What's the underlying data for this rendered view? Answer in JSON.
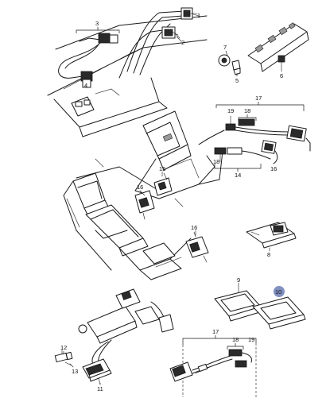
{
  "callouts": {
    "c1": "1",
    "c2": "2",
    "c3": "3",
    "c4": "4",
    "c5": "5",
    "c6": "6",
    "c7": "7",
    "c8": "8",
    "c9": "9",
    "c10": "10",
    "c11": "11",
    "c12": "12",
    "c13": "13",
    "c14": "14",
    "c15": "15",
    "c16": "16",
    "c17a": "17",
    "c17b": "17",
    "c18a": "18",
    "c18b": "18",
    "c18c": "18",
    "c19a": "19",
    "c19b": "19"
  },
  "colors": {
    "line": "#1a1a1a",
    "marker": "#8090c0"
  }
}
